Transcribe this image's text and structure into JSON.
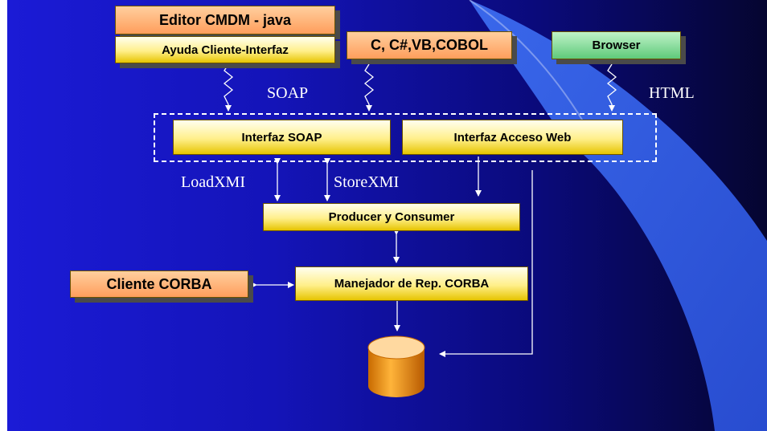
{
  "boxes": {
    "editor": "Editor CMDM - java",
    "ayuda": "Ayuda Cliente-Interfaz",
    "languages": "C, C#,VB,COBOL",
    "browser": "Browser",
    "interfaz_soap": "Interfaz SOAP",
    "interfaz_web": "Interfaz Acceso Web",
    "producer": "Producer y Consumer",
    "cliente_corba": "Cliente CORBA",
    "manejador": "Manejador de Rep. CORBA"
  },
  "labels": {
    "soap": "SOAP",
    "html": "HTML",
    "loadxmi": "LoadXMI",
    "storexmi": "StoreXMI"
  },
  "colors": {
    "background": "#1414b8",
    "yellow_box": "#ffef8a",
    "orange_box": "#ff9e5c",
    "green_box": "#5fca7a",
    "database": "#f0a020"
  },
  "icons": {
    "database": "cylinder-icon"
  }
}
